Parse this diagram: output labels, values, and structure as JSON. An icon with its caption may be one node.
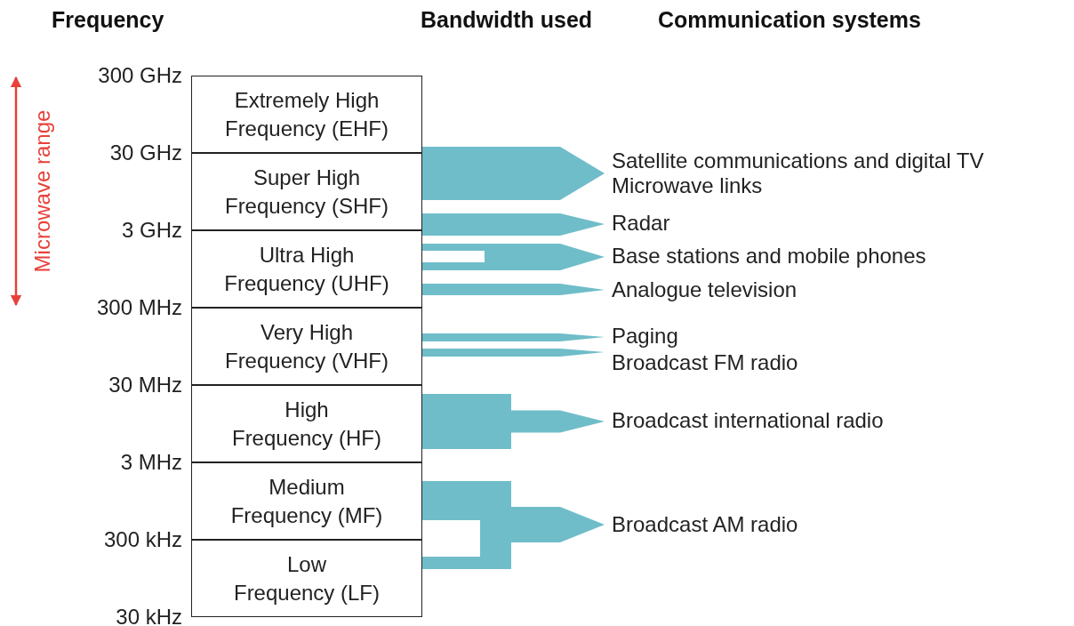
{
  "diagram": {
    "nodes": [
      {
        "text": [
          "Extremely High Frequency (EHF)"
        ]
      },
      {
        "text": [
          "Super High Frequency (SHF)"
        ]
      },
      {
        "text": [
          "Ultra High Frequency (UHF)"
        ]
      },
      {
        "text": [
          "Very High Frequency (VHF)"
        ]
      },
      {
        "text": [
          "High Frequency (HF)"
        ]
      },
      {
        "text": [
          "Medium Frequency (MF)"
        ]
      },
      {
        "text": [
          "Low Frequency (LF)"
        ]
      },
      {
        "text": [
          "Satellite communications and digital TV",
          "Microwave links"
        ]
      },
      {
        "text": [
          "Radar"
        ]
      },
      {
        "text": [
          "Base stations and mobile phones"
        ]
      },
      {
        "text": [
          "Analogue television"
        ]
      },
      {
        "text": [
          "Paging"
        ]
      },
      {
        "text": [
          "Broadcast FM radio"
        ]
      },
      {
        "text": [
          "Broadcast international radio"
        ]
      },
      {
        "text": [
          "Broadcast AM radio"
        ]
      }
    ],
    "edges": [
      {
        "from": 1,
        "to": 7,
        "arrow": "to"
      },
      {
        "from": 1,
        "to": 8,
        "arrow": "to"
      },
      {
        "from": 2,
        "to": 9,
        "arrow": "to"
      },
      {
        "from": 2,
        "to": 10,
        "arrow": "to"
      },
      {
        "from": 3,
        "to": 11,
        "arrow": "to"
      },
      {
        "from": 3,
        "to": 12,
        "arrow": "to"
      },
      {
        "from": 4,
        "to": 13,
        "arrow": "to"
      },
      {
        "from": 5,
        "to": 14,
        "arrow": "to"
      },
      {
        "from": 6,
        "to": 14,
        "arrow": "to"
      }
    ],
    "labels": [
      "Frequency",
      "Bandwidth used",
      "Communication systems",
      "300 GHz",
      "30 GHz",
      "3 GHz",
      "300 MHz",
      "30 MHz",
      "3 MHz",
      "300 kHz",
      "30 kHz",
      "Microwave range"
    ]
  }
}
